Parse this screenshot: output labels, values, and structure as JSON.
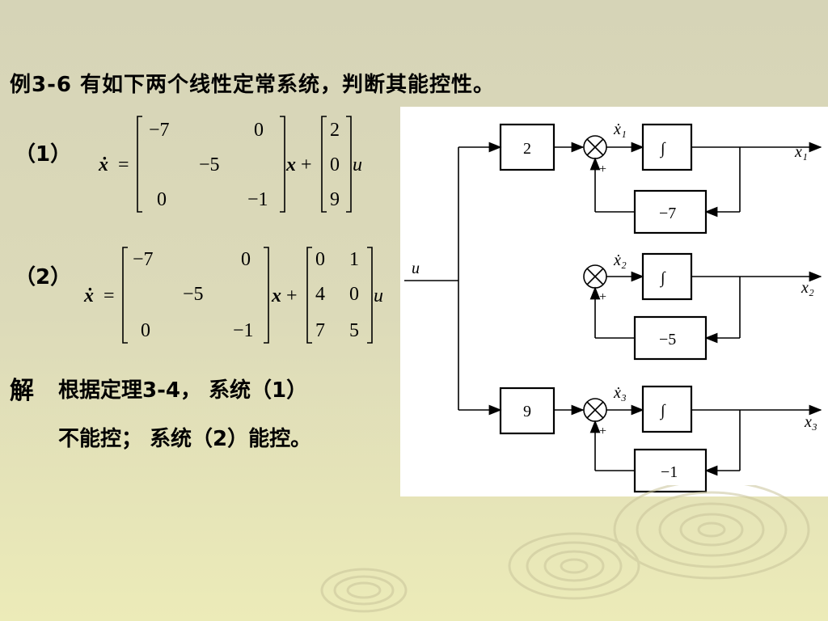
{
  "title": "例3-6  有如下两个线性定常系统，判断其能控性。",
  "system1": {
    "label": "（1）",
    "A": [
      [
        "−7",
        "",
        "0"
      ],
      [
        "",
        "−5",
        ""
      ],
      [
        "0",
        "",
        "−1"
      ]
    ],
    "B": [
      [
        "2"
      ],
      [
        "0"
      ],
      [
        "9"
      ]
    ]
  },
  "system2": {
    "label": "（2）",
    "A": [
      [
        "−7",
        "",
        "0"
      ],
      [
        "",
        "−5",
        ""
      ],
      [
        "0",
        "",
        "−1"
      ]
    ],
    "B": [
      [
        "0",
        "1"
      ],
      [
        "4",
        "0"
      ],
      [
        "7",
        "5"
      ]
    ]
  },
  "eq": {
    "xdot": "ẋ",
    "equals": "=",
    "x": "x",
    "plus": "+",
    "u": "u"
  },
  "solution": {
    "lead": "解",
    "line1": "根据定理3-4， 系统（1）",
    "line2": "不能控； 系统（2）能控。"
  },
  "diagram": {
    "input_label": "u",
    "branches": [
      {
        "gain": "2",
        "state_dot": "ẋ₁",
        "integrator": "∫",
        "feedback": "−7",
        "output": "x₁",
        "sign": "+"
      },
      {
        "gain": "",
        "state_dot": "ẋ₂",
        "integrator": "∫",
        "feedback": "−5",
        "output": "x₂",
        "sign": "+"
      },
      {
        "gain": "9",
        "state_dot": "ẋ₃",
        "integrator": "∫",
        "feedback": "−1",
        "output": "x₃",
        "sign": "+"
      }
    ]
  },
  "colors": {
    "background_top": "#d6d4b7",
    "background_bottom": "#ecebb8",
    "diagram_bg": "#ffffff"
  }
}
